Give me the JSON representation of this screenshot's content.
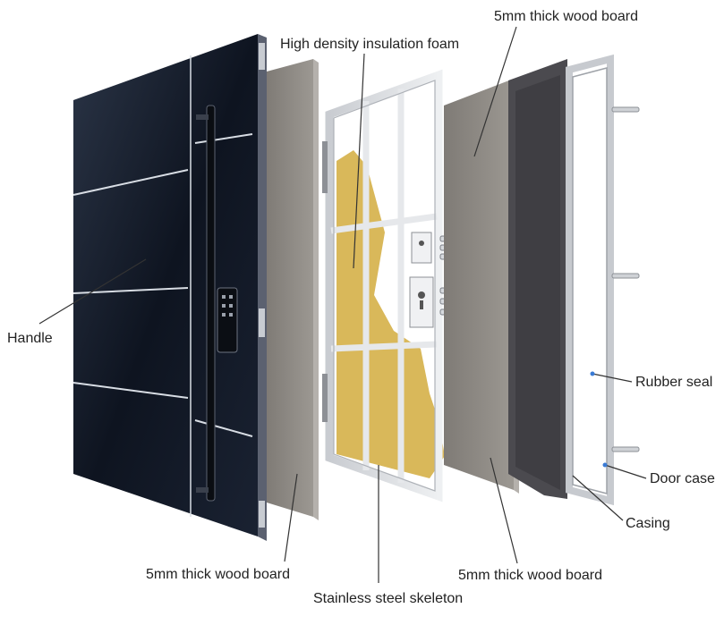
{
  "labels": {
    "insulation_foam": "High density insulation foam",
    "wood_board_top": "5mm thick wood board",
    "handle": "Handle",
    "rubber_seal": "Rubber seal",
    "door_case": "Door case",
    "casing": "Casing",
    "wood_board_bottom_left": "5mm thick wood board",
    "wood_board_bottom_right": "5mm thick wood board",
    "skeleton": "Stainless steel skeleton"
  },
  "colors": {
    "door_panel": "#141c2a",
    "trim_strip": "#d8dde4",
    "wood_board": "#8e8a85",
    "wood_board_edge": "#b5b1ac",
    "skeleton_frame": "#e6e8eb",
    "insulation": "#d9b85a",
    "inner_panel": "#4b4a4f",
    "leader_line": "#333333"
  }
}
